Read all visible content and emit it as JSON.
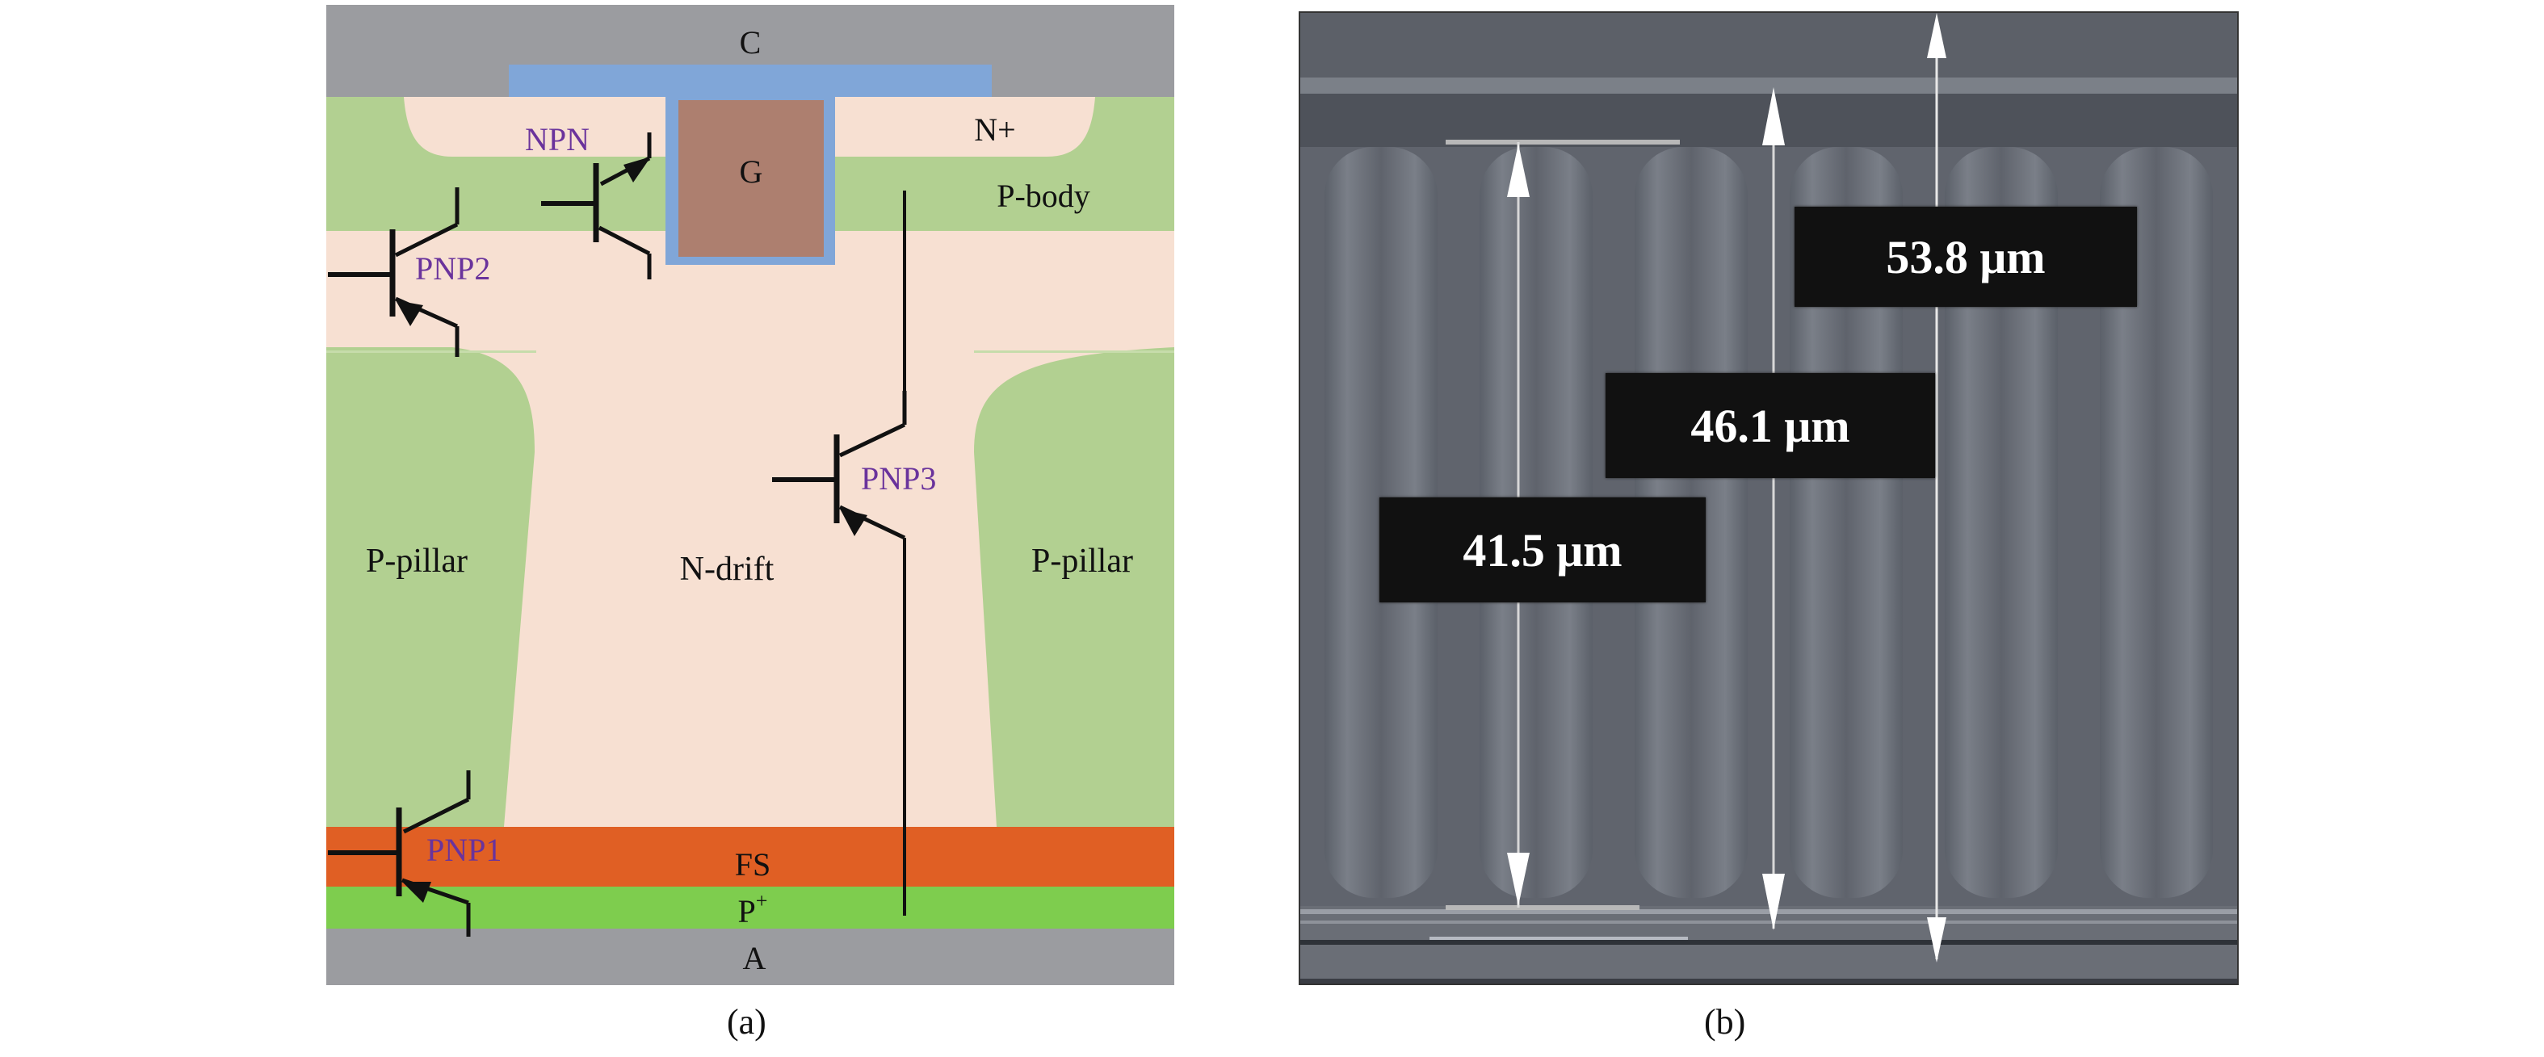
{
  "panel_a": {
    "caption": "(a)",
    "regions": {
      "collector": "C",
      "gate": "G",
      "n_plus": "N+",
      "p_body": "P-body",
      "p_pillar_left": "P-pillar",
      "p_pillar_right": "P-pillar",
      "n_drift": "N-drift",
      "field_stop": "FS",
      "p_plus": "P",
      "p_plus_sup": "+",
      "anode": "A"
    },
    "transistors": {
      "npn": "NPN",
      "pnp1": "PNP1",
      "pnp2": "PNP2",
      "pnp3": "PNP3"
    },
    "colors": {
      "metal": "#9b9ca0",
      "oxide": "#80a6d8",
      "gate_poly": "#ad7f6f",
      "p_region": "#b2d091",
      "n_region": "#f7e0d2",
      "field_stop": "#e05f24",
      "p_plus": "#7ecd4e",
      "transistor_label": "#6a339c"
    }
  },
  "panel_b": {
    "caption": "(b)",
    "measurements": [
      {
        "label": "53.8 μm",
        "value": 53.8,
        "unit": "μm"
      },
      {
        "label": "46.1 μm",
        "value": 46.1,
        "unit": "μm"
      },
      {
        "label": "41.5 μm",
        "value": 41.5,
        "unit": "μm"
      }
    ]
  }
}
